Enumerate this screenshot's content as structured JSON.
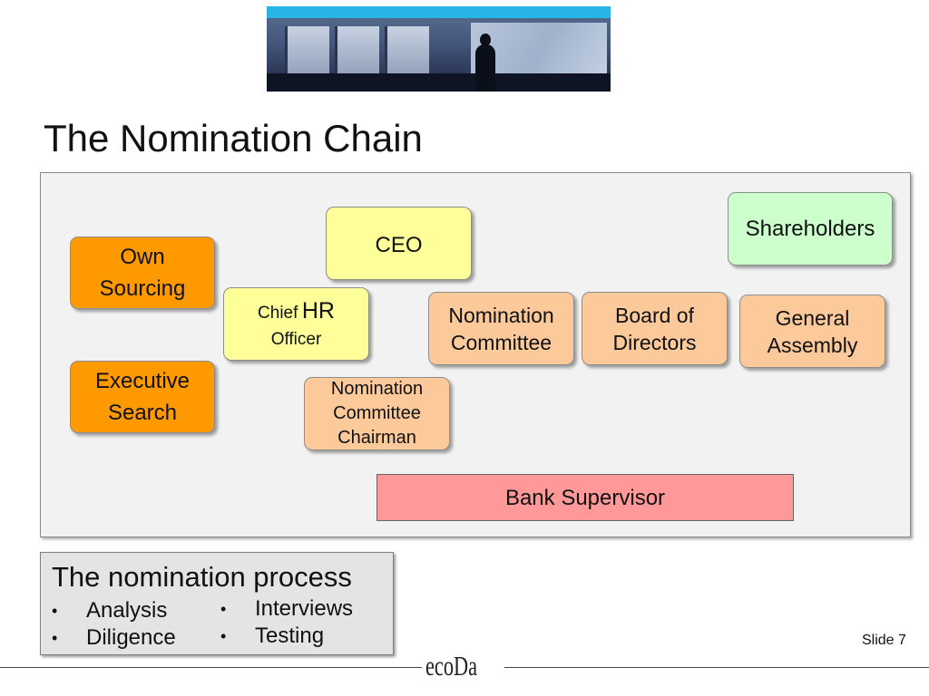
{
  "title": "The Nomination Chain",
  "diagram": {
    "nodes": {
      "ceo": "CEO",
      "shareholders": "Shareholders",
      "own_sourcing": "Own Sourcing",
      "chief_hr": {
        "prefix": "Chief",
        "main": "HR",
        "suffix": "Officer"
      },
      "nomination_committee": "Nomination Committee",
      "board_of_directors": "Board of Directors",
      "general_assembly": "General Assembly",
      "executive_search": "Executive Search",
      "nomination_committee_chairman": "Nomination Committee Chairman",
      "bank_supervisor": "Bank Supervisor"
    },
    "colors": {
      "yellow": "#ffff99",
      "orange": "#ff9900",
      "peach": "#fcc99a",
      "green": "#ccffcc",
      "pink": "#ff9999"
    }
  },
  "process_box": {
    "title": "The nomination process",
    "items": [
      "Analysis",
      "Interviews",
      "Diligence",
      "Testing"
    ]
  },
  "footer": {
    "logo": "ecoDa",
    "slide": "Slide 7"
  }
}
